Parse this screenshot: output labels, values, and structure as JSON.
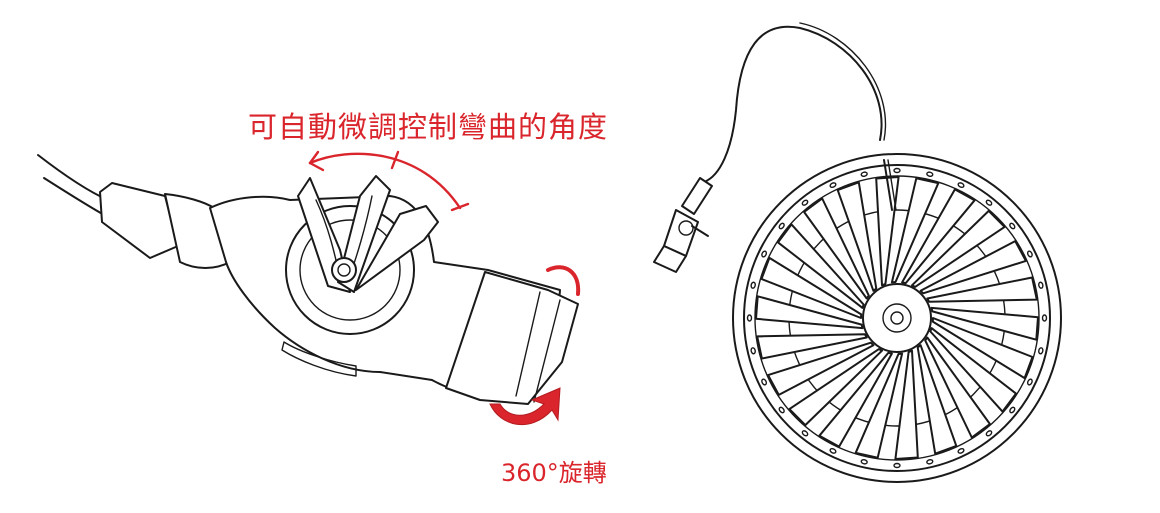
{
  "labels": {
    "bend_angle": "可自動微調控制彎曲的角度",
    "rotation": "360°旋轉"
  },
  "colors": {
    "accent_red": "#d9252b",
    "ink": "#1a1a1a",
    "background": "#ffffff"
  },
  "icons": {
    "handle": "borescope-handle-illustration",
    "engine": "turbine-engine-illustration",
    "bend_arrow": "double-arrow-arc-icon",
    "rotate_arrow": "circular-rotation-arrow-icon"
  }
}
